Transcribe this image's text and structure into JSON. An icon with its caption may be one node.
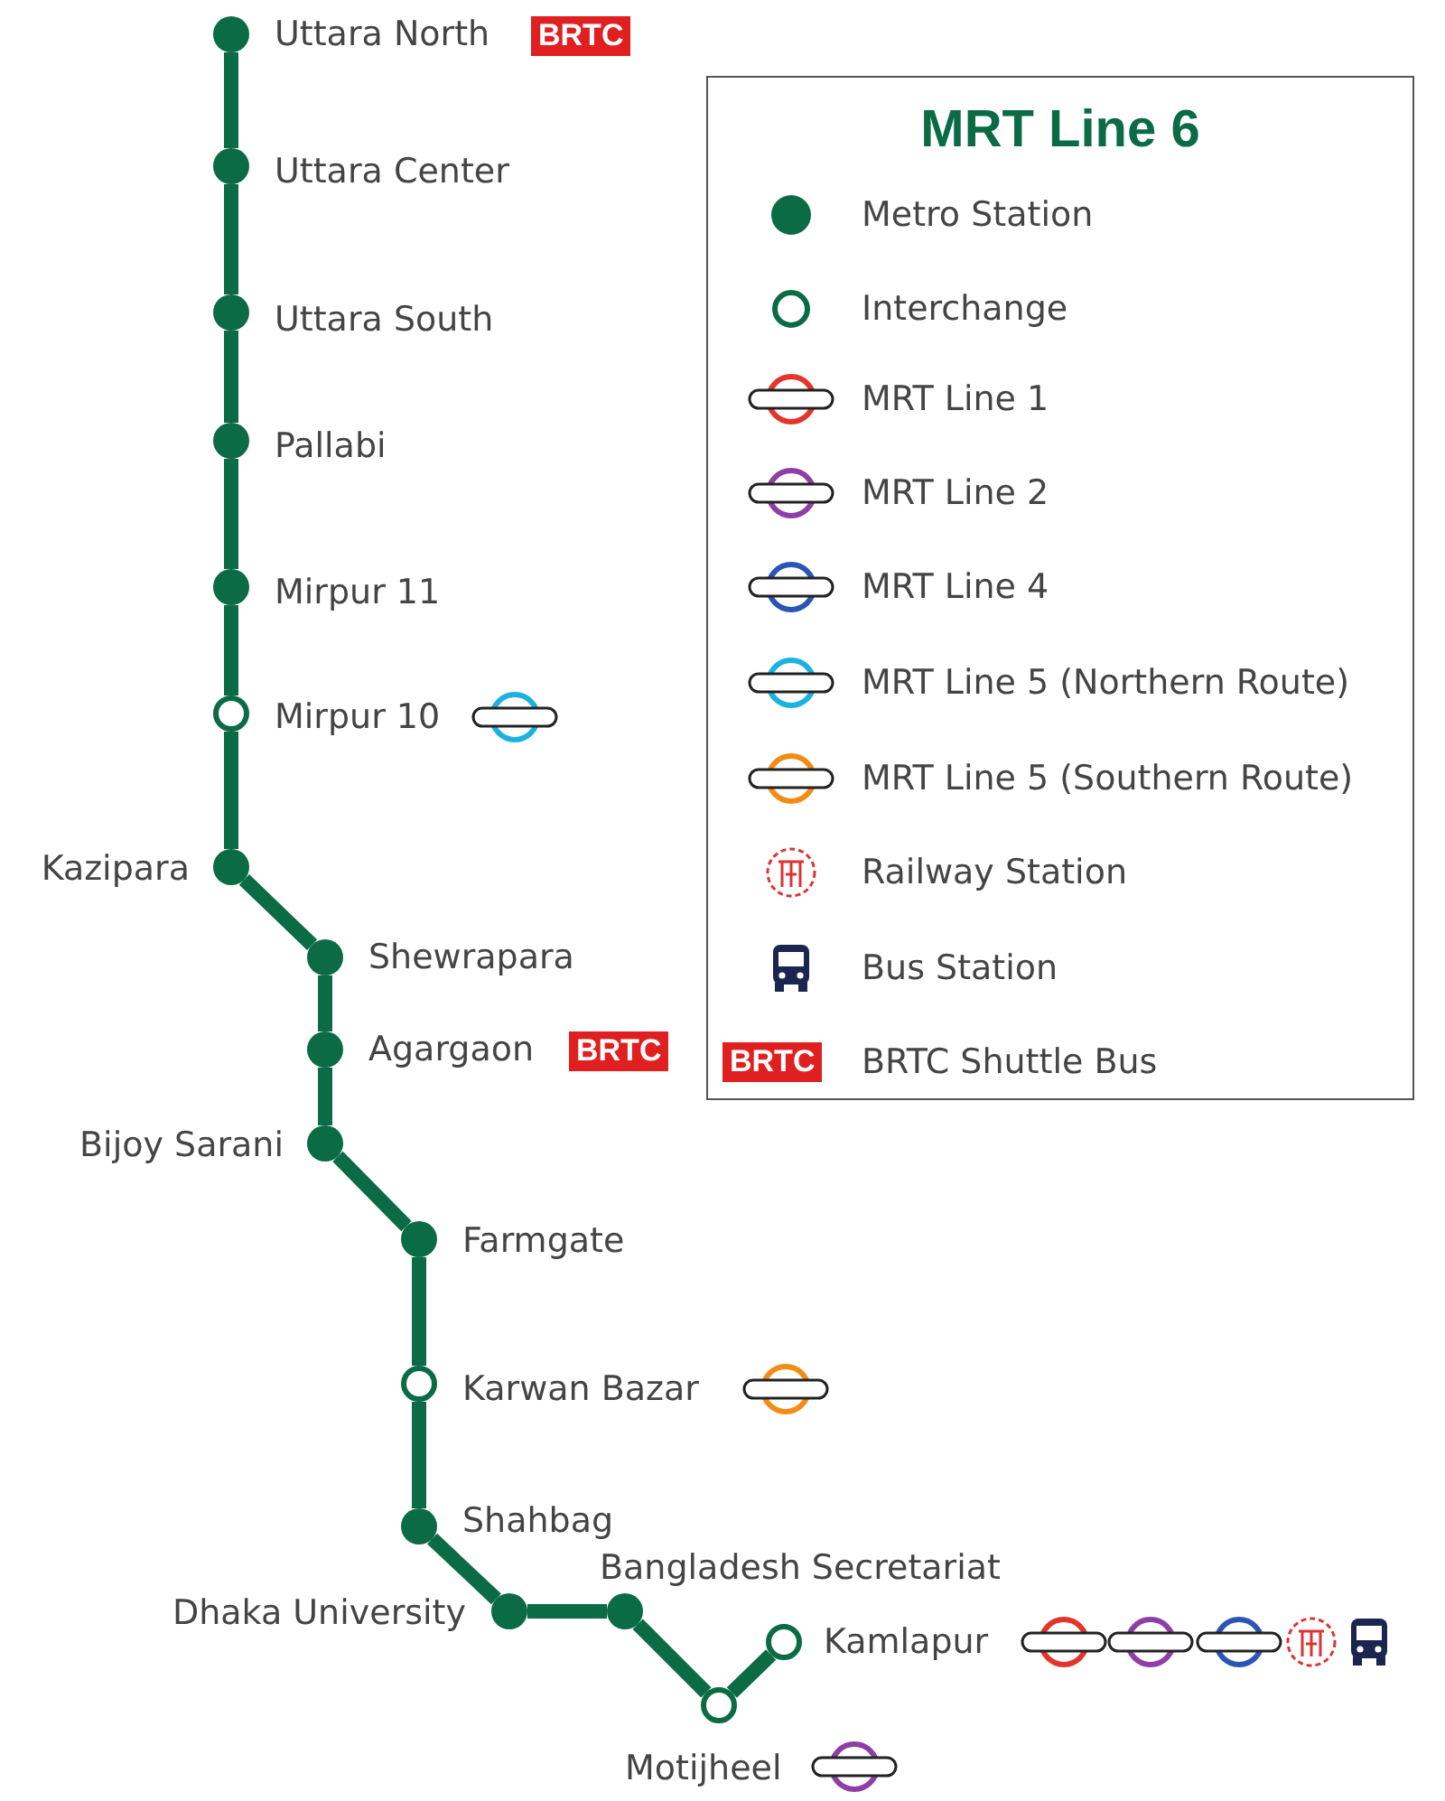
{
  "diagram": {
    "title": "MRT Line 6",
    "nodes": [
      {
        "text": [],
        "shape": "circle",
        "beside": [
          "Uttara North"
        ]
      },
      {
        "text": [],
        "shape": "circle",
        "beside": [
          "Uttara Center"
        ]
      },
      {
        "text": [],
        "shape": "circle",
        "beside": [
          "Uttara South"
        ]
      },
      {
        "text": [],
        "shape": "circle",
        "beside": [
          "Pallabi"
        ]
      },
      {
        "text": [],
        "shape": "circle",
        "beside": [
          "Mirpur 11"
        ]
      },
      {
        "text": [],
        "shape": "circle",
        "beside": [
          "Mirpur 10"
        ]
      },
      {
        "text": [],
        "shape": "circle",
        "beside": [
          "Kazipara"
        ]
      },
      {
        "text": [],
        "shape": "circle",
        "beside": [
          "Shewrapara"
        ]
      },
      {
        "text": [],
        "shape": "circle",
        "beside": [
          "Agargaon"
        ]
      },
      {
        "text": [],
        "shape": "circle",
        "beside": [
          "Bijoy Sarani"
        ]
      },
      {
        "text": [],
        "shape": "circle",
        "beside": [
          "Farmgate"
        ]
      },
      {
        "text": [],
        "shape": "circle",
        "beside": [
          "Karwan Bazar"
        ]
      },
      {
        "text": [],
        "shape": "circle",
        "beside": [
          "Shahbag"
        ]
      },
      {
        "text": [],
        "shape": "circle",
        "beside": [
          "Dhaka University"
        ]
      },
      {
        "text": [],
        "shape": "circle",
        "beside": [
          "Bangladesh Secretariat"
        ]
      },
      {
        "text": [],
        "shape": "circle",
        "beside": [
          "Motijheel"
        ]
      },
      {
        "text": [],
        "shape": "circle",
        "beside": [
          "Kamlapur"
        ]
      }
    ],
    "edges": [
      {
        "from": 0,
        "to": 1,
        "arrow": "none"
      },
      {
        "from": 1,
        "to": 2,
        "arrow": "none"
      },
      {
        "from": 2,
        "to": 3,
        "arrow": "none"
      },
      {
        "from": 3,
        "to": 4,
        "arrow": "none"
      },
      {
        "from": 4,
        "to": 5,
        "arrow": "none"
      },
      {
        "from": 5,
        "to": 6,
        "arrow": "none"
      },
      {
        "from": 6,
        "to": 7,
        "arrow": "none"
      },
      {
        "from": 7,
        "to": 8,
        "arrow": "none"
      },
      {
        "from": 8,
        "to": 9,
        "arrow": "none"
      },
      {
        "from": 9,
        "to": 10,
        "arrow": "none"
      },
      {
        "from": 10,
        "to": 11,
        "arrow": "none"
      },
      {
        "from": 11,
        "to": 12,
        "arrow": "none"
      },
      {
        "from": 12,
        "to": 13,
        "arrow": "none"
      },
      {
        "from": 13,
        "to": 14,
        "arrow": "none"
      },
      {
        "from": 14,
        "to": 15,
        "arrow": "none"
      },
      {
        "from": 15,
        "to": 16,
        "arrow": "none"
      }
    ],
    "labels": [
      "BRTC",
      "BRTC",
      "BRTC"
    ],
    "legend": [
      {
        "text": "Metro Station"
      },
      {
        "text": "Interchange"
      },
      {
        "text": "MRT Line 1"
      },
      {
        "text": "MRT Line 2"
      },
      {
        "text": "MRT Line 4"
      },
      {
        "text": "MRT Line 5 (Northern Route)"
      },
      {
        "text": "MRT Line 5 (Southern Route)"
      },
      {
        "text": "Railway Station"
      },
      {
        "text": "Bus Station"
      },
      {
        "text": "BRTC Shuttle Bus"
      }
    ]
  }
}
